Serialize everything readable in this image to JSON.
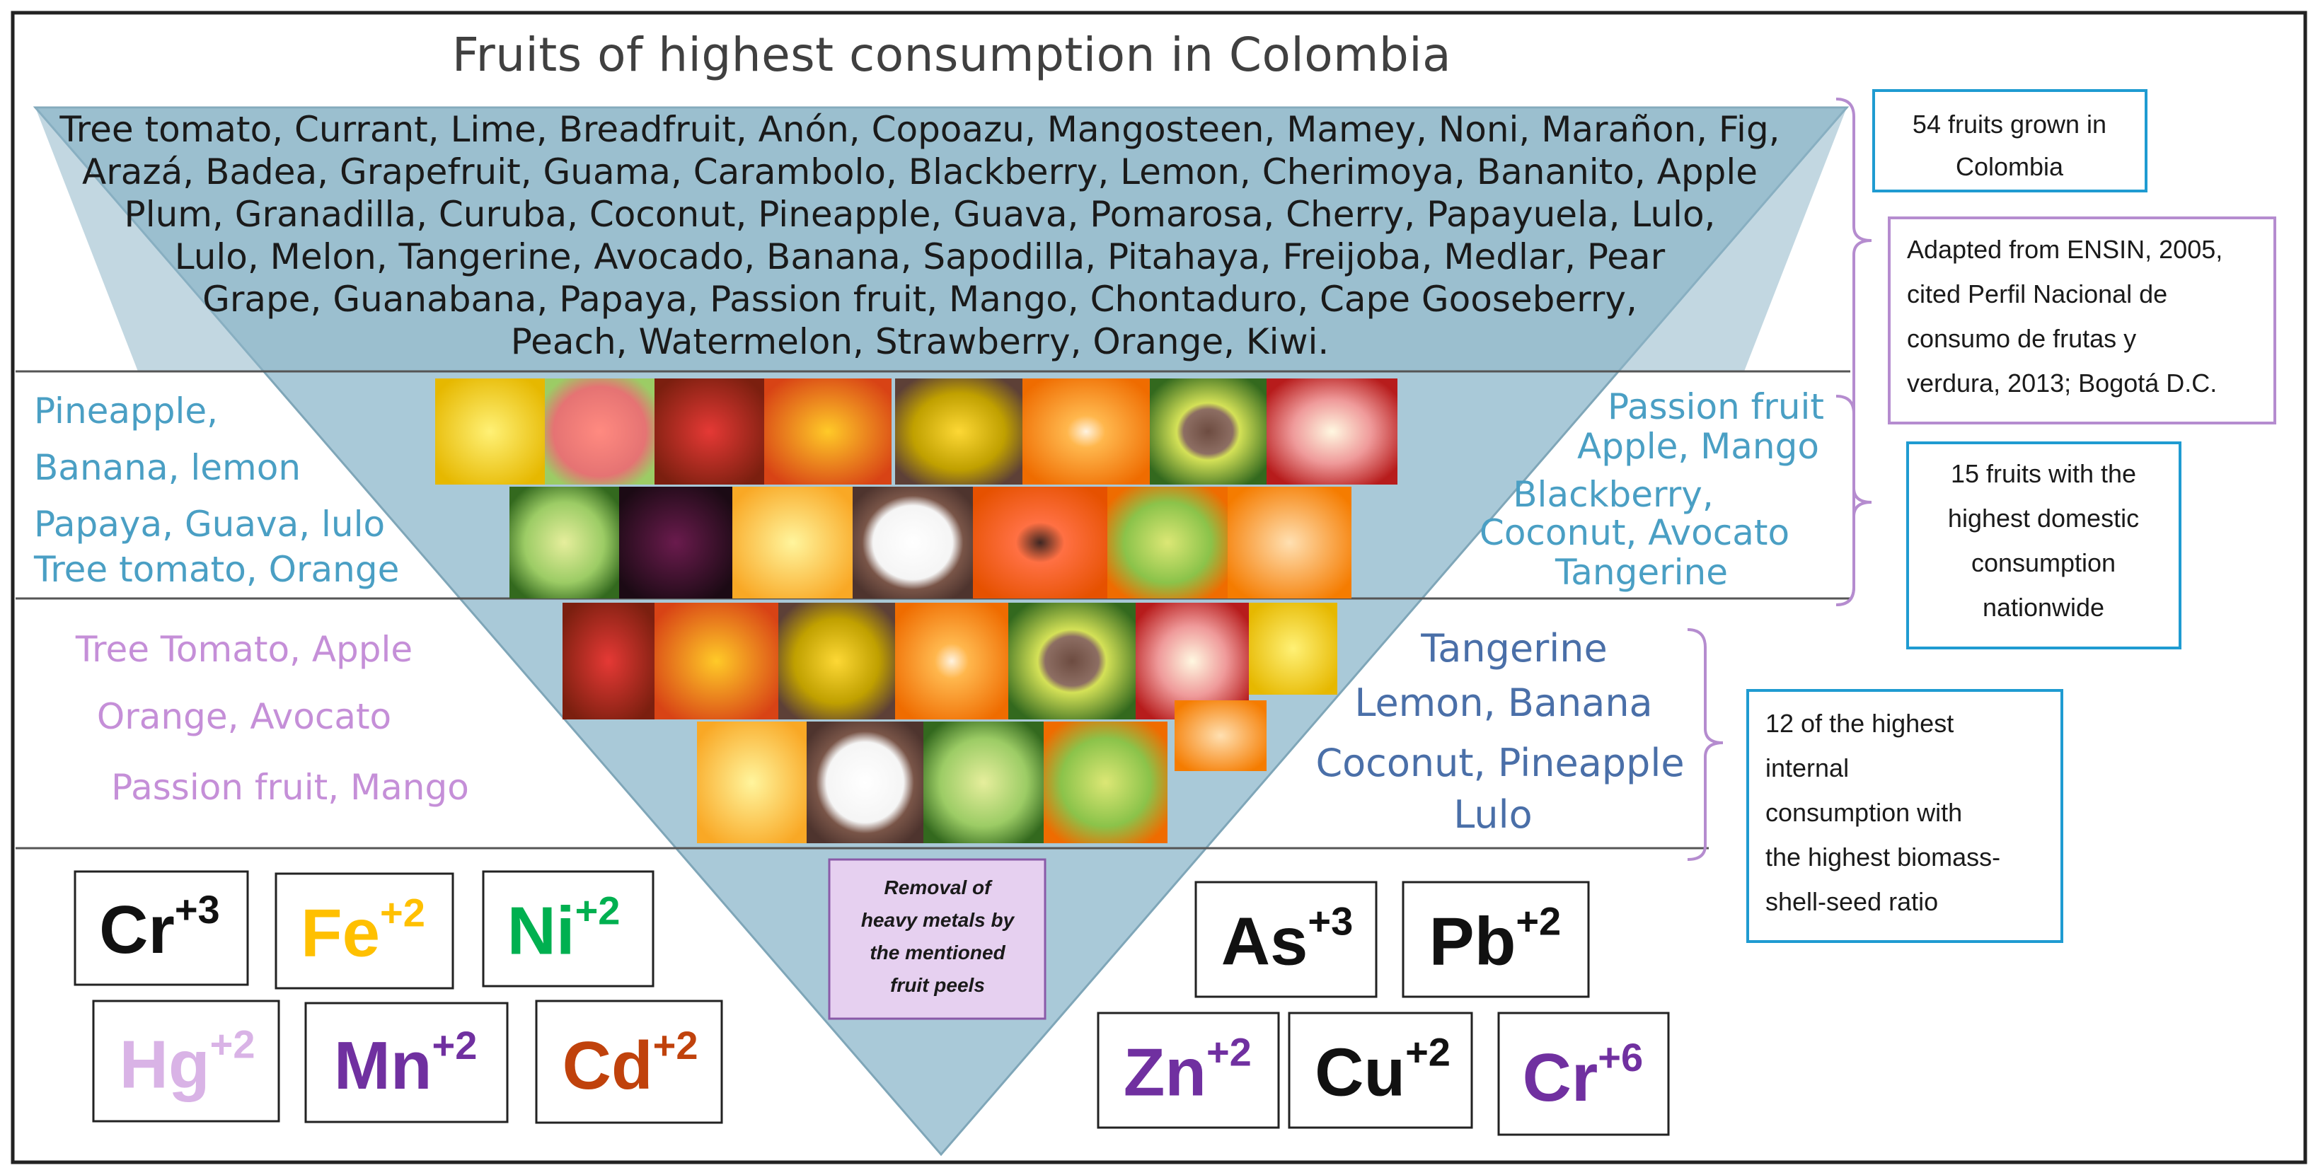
{
  "title": "Fruits of highest consumption in Colombia",
  "tier1_lines": [
    "Tree tomato, Currant, Lime, Breadfruit, Anón, Copoazu, Mangosteen, Mamey, Noni, Marañon, Fig,",
    "Arazá, Badea, Grapefruit, Guama, Carambolo, Blackberry, Lemon, Cherimoya, Bananito, Apple",
    "Plum, Granadilla, Curuba, Coconut, Pineapple, Guava, Pomarosa, Cherry, Papayuela, Lulo,",
    "Lulo, Melon, Tangerine, Avocado, Banana, Sapodilla, Pitahaya, Freijoba, Medlar, Pear",
    "Grape, Guanabana, Papaya, Passion fruit, Mango, Chontaduro, Cape Gooseberry,",
    "Peach, Watermelon, Strawberry, Orange, Kiwi."
  ],
  "tier2_left_lines": [
    "Pineapple,",
    "Banana, lemon",
    "Papaya, Guava, lulo",
    "Tree tomato, Orange"
  ],
  "tier2_right_lines": [
    "Passion fruit",
    "Apple, Mango",
    "Blackberry,",
    "Coconut, Avocato",
    "Tangerine"
  ],
  "tier3_left_lines": [
    "Tree Tomato, Apple",
    "Orange, Avocato",
    "Passion fruit, Mango"
  ],
  "tier3_right_lines": [
    "Tangerine",
    "Lemon, Banana",
    "Coconut, Pineapple",
    "Lulo"
  ],
  "notes": {
    "tier1_box": [
      "54 fruits grown in",
      "Colombia"
    ],
    "source_box": [
      "Adapted from ENSIN, 2005,",
      "cited Perfil Nacional de",
      "consumo de frutas y",
      "verdura, 2013; Bogotá D.C."
    ],
    "tier2_box": [
      "15 fruits with the",
      "highest domestic",
      "consumption",
      "nationwide"
    ],
    "tier3_box": [
      "12 of the highest",
      "internal",
      "consumption with",
      "the highest biomass-",
      "shell-seed ratio"
    ]
  },
  "removal_text": [
    "Removal of",
    "heavy metals by",
    "the mentioned",
    "fruit peels"
  ],
  "metals_left": [
    {
      "symbol": "Cr",
      "charge": "+3",
      "color": "#111111"
    },
    {
      "symbol": "Fe",
      "charge": "+2",
      "color": "#ffc000"
    },
    {
      "symbol": "Ni",
      "charge": "+2",
      "color": "#00b050"
    },
    {
      "symbol": "Hg",
      "charge": "+2",
      "color": "#d9b3e6"
    },
    {
      "symbol": "Mn",
      "charge": "+2",
      "color": "#7030a0"
    },
    {
      "symbol": "Cd",
      "charge": "+2",
      "color": "#c0420c"
    }
  ],
  "metals_right": [
    {
      "symbol": "As",
      "charge": "+3",
      "color": "#111111"
    },
    {
      "symbol": "Pb",
      "charge": "+2",
      "color": "#111111"
    },
    {
      "symbol": "Zn",
      "charge": "+2",
      "color": "#7030a0"
    },
    {
      "symbol": "Cu",
      "charge": "+2",
      "color": "#111111"
    },
    {
      "symbol": "Cr",
      "charge": "+6",
      "color": "#7030a0"
    }
  ],
  "fruit_photos_tier2_row1": [
    "banana-photo",
    "guava-photo",
    "tree-tomato-photo",
    "mango-photo",
    "passion-fruit-photo",
    "orange-photo",
    "avocado-photo",
    "apple-photo"
  ],
  "fruit_photos_tier2_row2": [
    "lime-photo",
    "blackberry-photo",
    "pineapple-photo",
    "coconut-photo",
    "papaya-photo",
    "lulo-photo",
    "tangerine-photo"
  ],
  "fruit_photos_tier3_row1": [
    "tree-tomato-photo",
    "mango-photo",
    "passion-fruit-photo",
    "orange-photo",
    "avocado-photo",
    "apple-photo",
    "banana-photo"
  ],
  "fruit_photos_tier3_row2": [
    "pineapple-photo",
    "coconut-photo",
    "lime-photo",
    "lulo-photo",
    "tangerine-photo"
  ]
}
